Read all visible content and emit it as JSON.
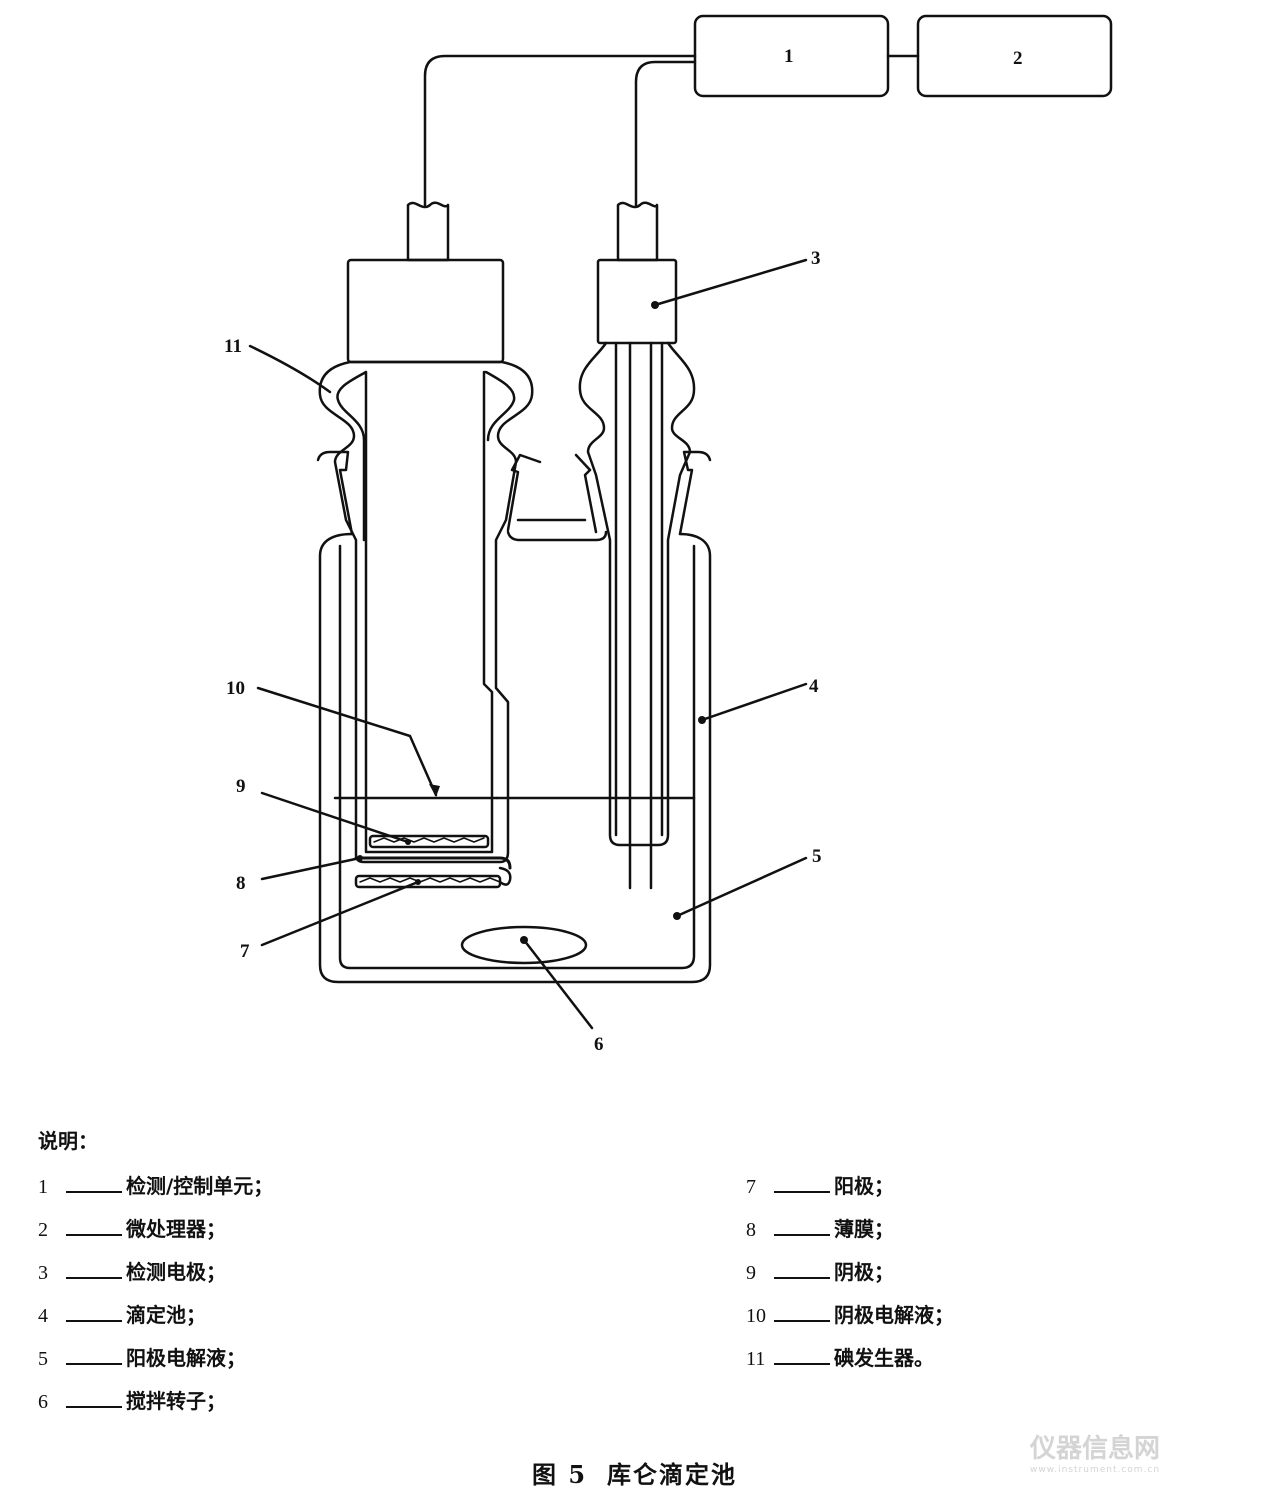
{
  "callouts": [
    "1",
    "2",
    "3",
    "4",
    "5",
    "6",
    "7",
    "8",
    "9",
    "10",
    "11"
  ],
  "legend": {
    "title": "说明：",
    "items": [
      {
        "num": "1",
        "text": "检测/控制单元；"
      },
      {
        "num": "2",
        "text": "微处理器；"
      },
      {
        "num": "3",
        "text": "检测电极；"
      },
      {
        "num": "4",
        "text": "滴定池；"
      },
      {
        "num": "5",
        "text": "阳极电解液；"
      },
      {
        "num": "6",
        "text": "搅拌转子；"
      },
      {
        "num": "7",
        "text": "阳极；"
      },
      {
        "num": "8",
        "text": "薄膜；"
      },
      {
        "num": "9",
        "text": "阴极；"
      },
      {
        "num": "10",
        "text": "阴极电解液；"
      },
      {
        "num": "11",
        "text": "碘发生器。"
      }
    ]
  },
  "caption": {
    "figure": "图 5",
    "title": "库仑滴定池"
  },
  "watermark": {
    "text": "仪器信息网",
    "sub": "www.instrument.com.cn"
  }
}
